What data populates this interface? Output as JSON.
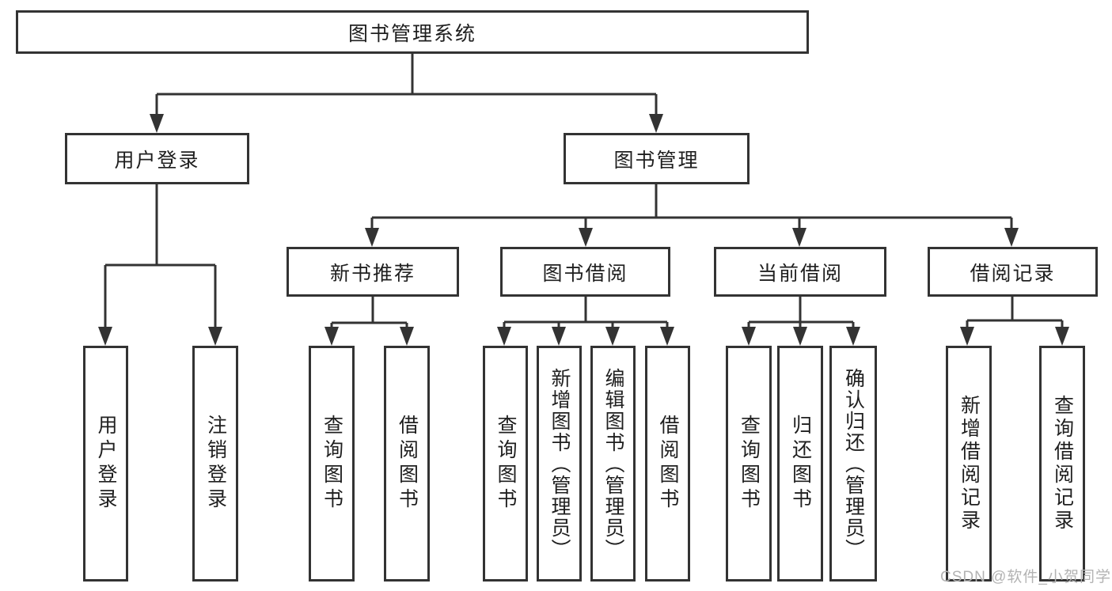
{
  "diagram": {
    "title": "图书管理系统",
    "root": {
      "label": "图书管理系统"
    },
    "level2": [
      {
        "label": "用户登录"
      },
      {
        "label": "图书管理"
      }
    ],
    "level3": [
      {
        "label": "新书推荐"
      },
      {
        "label": "图书借阅"
      },
      {
        "label": "当前借阅"
      },
      {
        "label": "借阅记录"
      }
    ],
    "leaves": {
      "user": [
        {
          "label": "用户登录"
        },
        {
          "label": "注销登录"
        }
      ],
      "recommend": [
        {
          "label": "查询图书"
        },
        {
          "label": "借阅图书"
        }
      ],
      "borrow": [
        {
          "label": "查询图书"
        },
        {
          "label": "新增图书（管理员）"
        },
        {
          "label": "编辑图书（管理员）"
        },
        {
          "label": "借阅图书"
        }
      ],
      "current": [
        {
          "label": "查询图书"
        },
        {
          "label": "归还图书"
        },
        {
          "label": "确认归还（管理员）"
        }
      ],
      "records": [
        {
          "label": "新增借阅记录"
        },
        {
          "label": "查询借阅记录"
        }
      ]
    },
    "colors": {
      "line": "#333333",
      "text": "#1f1f1f",
      "box_background": "#ffffff",
      "watermark": "#b3b3b3",
      "page_background": "#ffffff"
    },
    "watermark": "CSDN @软件_小贺同学"
  }
}
